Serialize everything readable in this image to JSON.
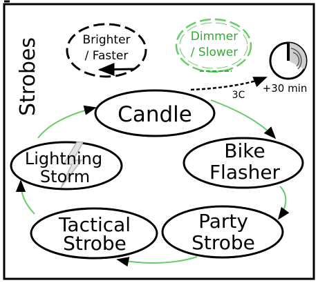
{
  "panel": {
    "title": "Strobes"
  },
  "controls": {
    "brighter": {
      "line1": "Brighter",
      "line2": "/ Faster"
    },
    "dimmer": {
      "line1": "Dimmer",
      "line2": "/ Slower"
    },
    "dimmer_color": "#33aa33"
  },
  "transition": {
    "click_label": "3C",
    "timer_label": "+30 min",
    "icon": "clock-icon"
  },
  "cycle": {
    "arrow_color": "#66cc66",
    "modes": [
      {
        "id": "candle",
        "line1": "Candle",
        "line2": ""
      },
      {
        "id": "bike-flasher",
        "line1": "Bike",
        "line2": "Flasher"
      },
      {
        "id": "party-strobe",
        "line1": "Party",
        "line2": "Strobe"
      },
      {
        "id": "tactical-strobe",
        "line1": "Tactical",
        "line2": "Strobe"
      },
      {
        "id": "lightning-storm",
        "line1": "Lightning",
        "line2": "Storm",
        "icon": "lightning-bolt-icon"
      }
    ]
  }
}
